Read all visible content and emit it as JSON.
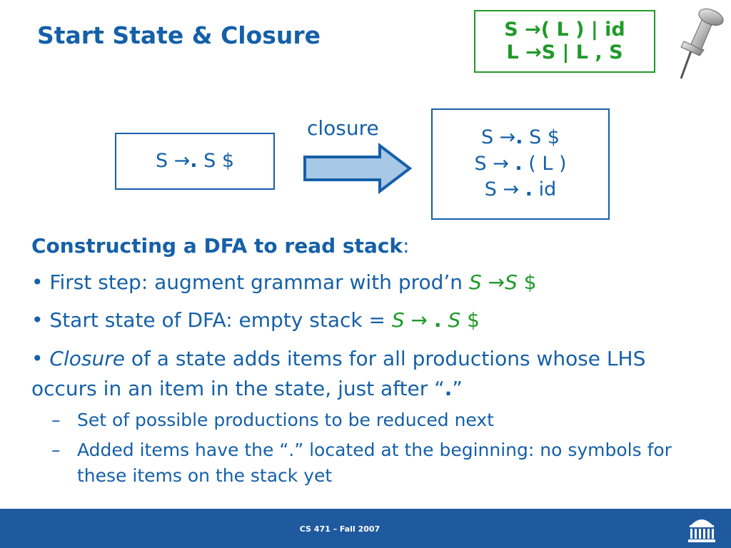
{
  "title": "Start State & Closure",
  "grammar": {
    "line1": "S →( L ) | id",
    "line2": "L →S | L , S"
  },
  "start_state": {
    "lhs": "S →",
    "dot": ".",
    "rhs": " S $"
  },
  "closure_label": "closure",
  "closure_state": {
    "items": [
      {
        "lhs": "S →",
        "dot": ".",
        "rhs": " S $"
      },
      {
        "lhs": "S → ",
        "dot": ".",
        "rhs": " ( L )"
      },
      {
        "lhs": "S → ",
        "dot": ".",
        "rhs": " id"
      }
    ]
  },
  "section_heading": "Constructing a DFA to read stack",
  "section_colon": ":",
  "bullets": {
    "b1_bullet": "• ",
    "b1_text": "First step: augment grammar with prod’n ",
    "b1_s1": "S",
    "b1_arrow": " →",
    "b1_s2": "S",
    "b1_end": " $",
    "b2_bullet": "• ",
    "b2_text": "Start state of DFA: empty stack = ",
    "b2_s1": "S",
    "b2_arrow": " → ",
    "b2_dot": ".",
    "b2_s2": " S",
    "b2_end": " $",
    "b3_bullet": "• ",
    "b3_italic": "Closure",
    "b3_text": " of a state adds items for all productions whose LHS occurs in an item in the state, just after “",
    "b3_dot": ".",
    "b3_close": "”"
  },
  "sub_bullets": {
    "dash": "–",
    "s1": "Set of possible productions to be reduced next",
    "s2": "Added items have the “.” located at the beginning: no symbols for these items on the stack yet"
  },
  "footer": {
    "text": "CS 471 – Fall 2007"
  },
  "colors": {
    "blue": "#1560a8",
    "green": "#1f9a2a",
    "footer_bg": "#1f5a9e",
    "arrow_fill": "#a8c8e8"
  },
  "icons": {
    "pin": "pushpin-icon",
    "logo": "university-logo"
  }
}
